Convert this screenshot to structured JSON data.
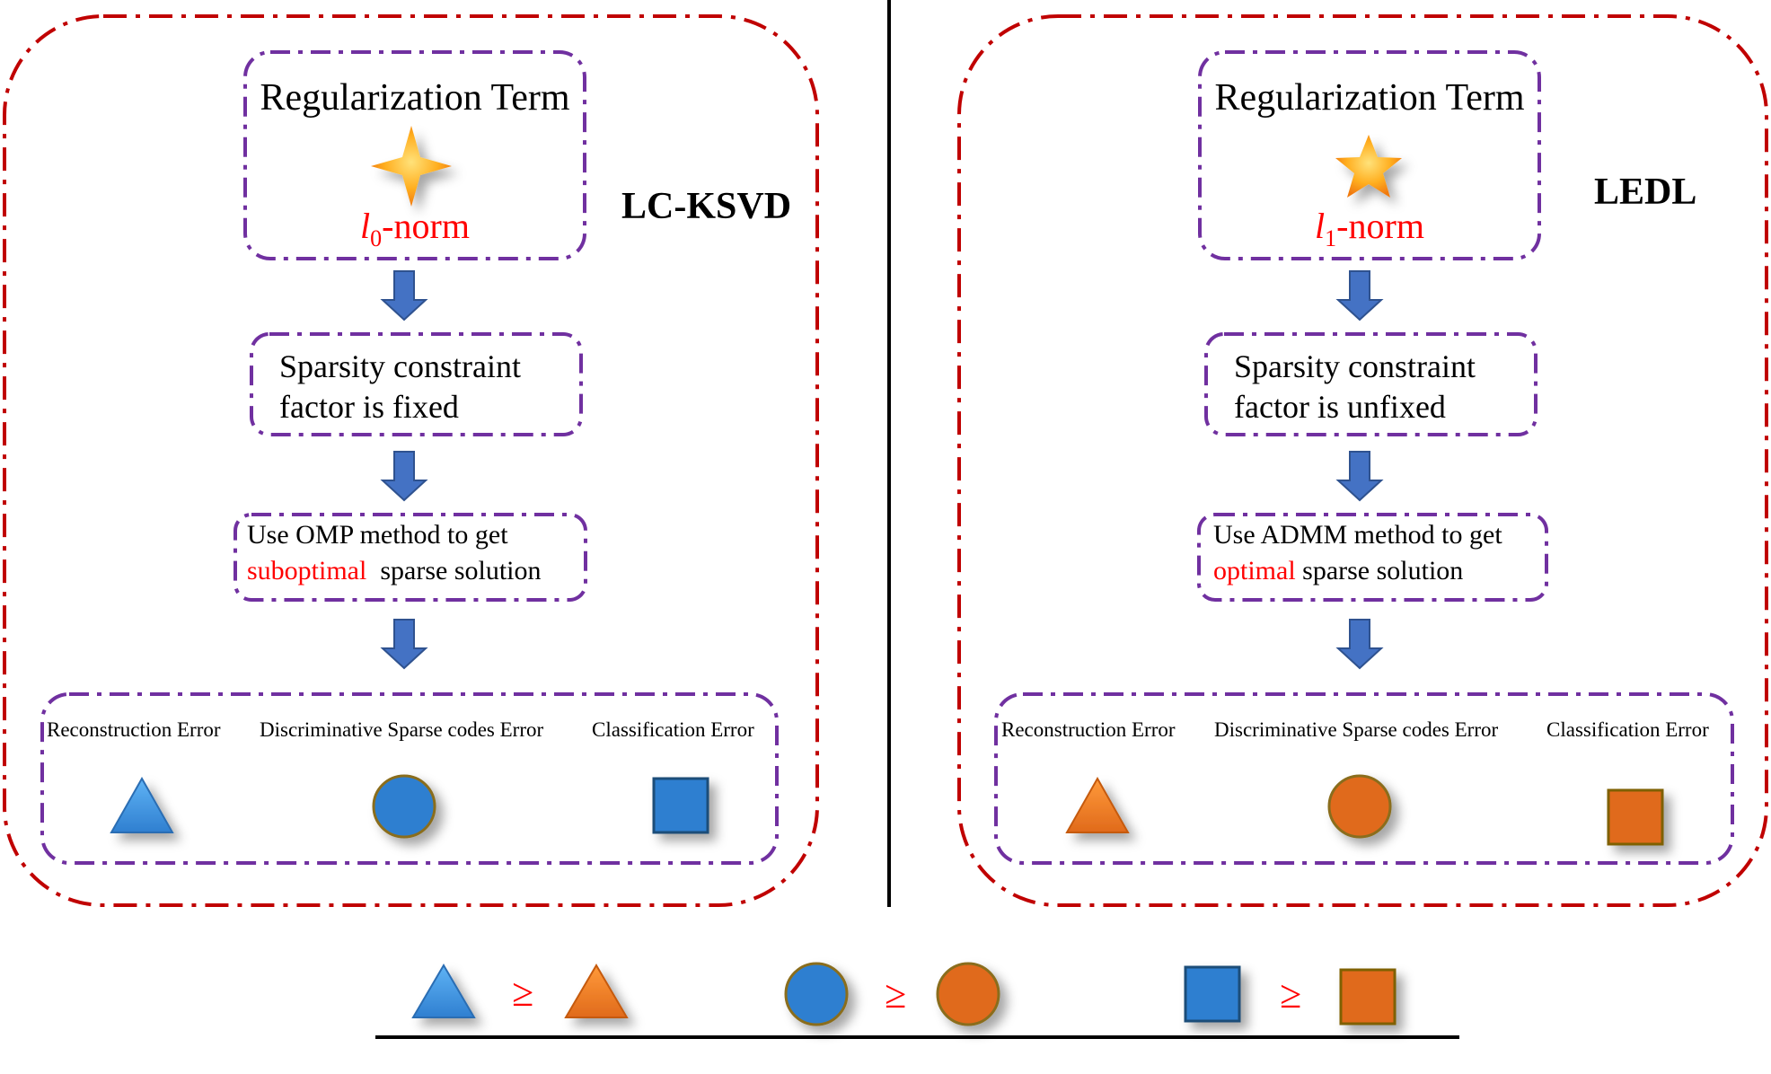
{
  "left": {
    "regularization_title": "Regularization Term",
    "norm_symbol": "l",
    "norm_subscript": "0",
    "norm_suffix": "-norm",
    "method_name": "LC-KSVD",
    "constraint_line1": "Sparsity constraint",
    "constraint_line2": "factor is fixed",
    "solver_line1": "Use OMP method to get",
    "solver_highlight": "suboptimal",
    "solver_rest": "  sparse solution",
    "errors": {
      "reconstruction": "Reconstruction Error",
      "discriminative": "Discriminative Sparse codes Error",
      "classification": "Classification Error"
    },
    "shape_color": "#2f7fd0"
  },
  "right": {
    "regularization_title": "Regularization Term",
    "norm_symbol": "l",
    "norm_subscript": "1",
    "norm_suffix": "-norm",
    "method_name": "LEDL",
    "constraint_line1": "Sparsity constraint",
    "constraint_line2": "factor is unfixed",
    "solver_line1": "Use ADMM method to get",
    "solver_highlight": "optimal",
    "solver_rest": " sparse solution",
    "errors": {
      "reconstruction": "Reconstruction Error",
      "discriminative": "Discriminative Sparse codes Error",
      "classification": "Classification Error"
    },
    "shape_color": "#e06a1b"
  },
  "comparison": {
    "geq_symbol": "≥"
  },
  "colors": {
    "outer_border": "#c00000",
    "inner_border": "#7030a0",
    "arrow": "#4472c4",
    "highlight_text": "#ff0000",
    "blue_shape": "#2f7fd0",
    "orange_shape": "#e06a1b"
  }
}
